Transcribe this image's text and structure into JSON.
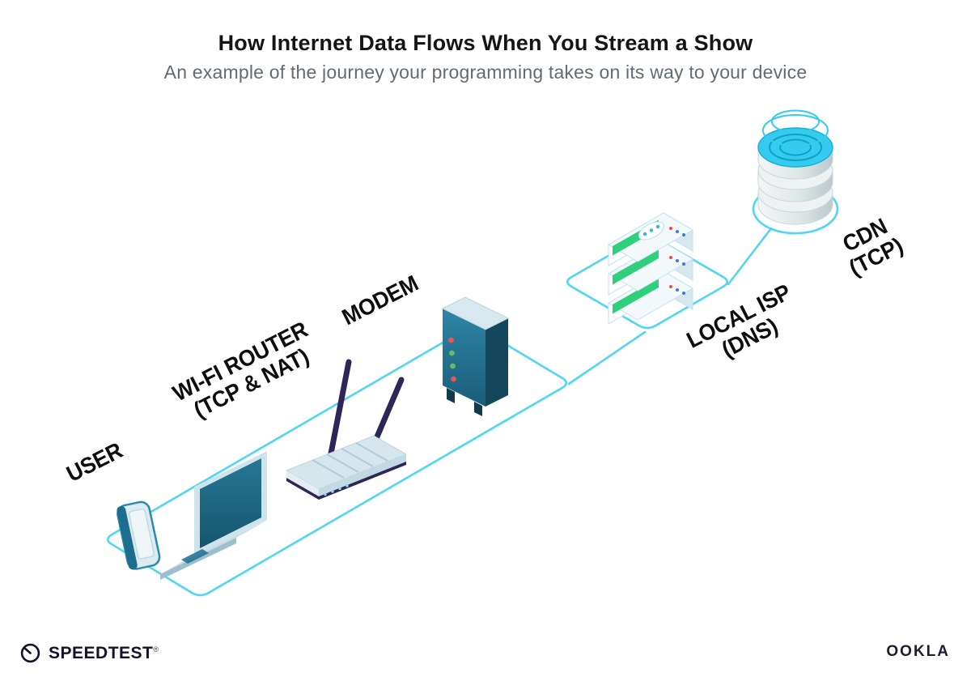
{
  "header": {
    "title": "How Internet Data Flows When You Stream a Show",
    "subtitle": "An example of the journey your programming takes on its way to your device"
  },
  "diagram": {
    "labels": {
      "user": "USER",
      "router_line1": "WI-FI ROUTER",
      "router_line2": "(TCP & NAT)",
      "modem": "MODEM",
      "isp_line1": "LOCAL ISP",
      "isp_line2": "(DNS)",
      "cdn_line1": "CDN",
      "cdn_line2": "(TCP)"
    },
    "colors": {
      "connection_line": "#4fd6f3",
      "device_teal_dark": "#1d6e8e",
      "device_light": "#d7e7ed",
      "antenna_navy": "#2e2657",
      "server_green": "#2fd07c",
      "cdn_cyan": "#35cbef",
      "led_red": "#ef5350",
      "led_green": "#66bb6a"
    },
    "modem_leds": [
      "#ef5350",
      "#66bb6a",
      "#66bb6a",
      "#ef5350"
    ]
  },
  "footer": {
    "speedtest": "SPEEDTEST",
    "speedtest_mark": "®",
    "ookla": "OOKLA"
  }
}
